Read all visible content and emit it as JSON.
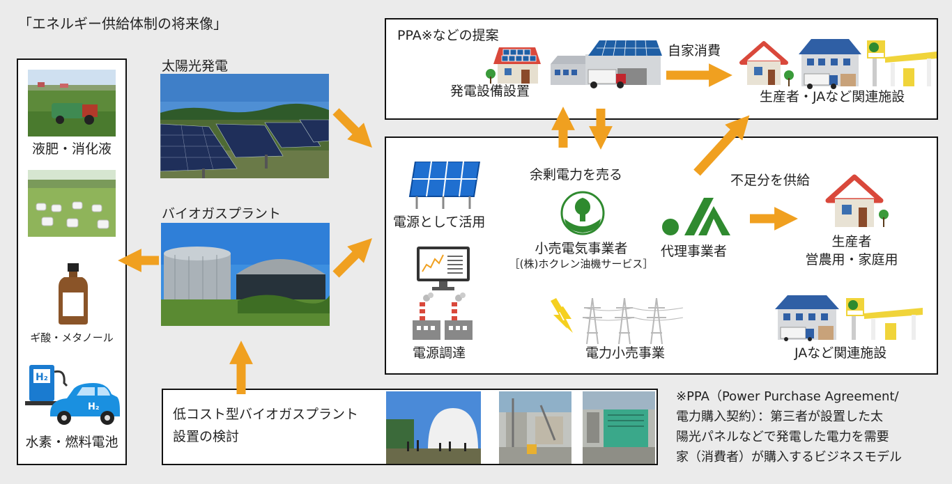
{
  "page_title": "「エネルギー供給体制の将来像」",
  "left_panel": {
    "items": [
      {
        "label": "液肥・消化液",
        "icon": "tractor-field-photo"
      },
      {
        "label": "",
        "icon": "hay-bales-photo"
      },
      {
        "label": "ギ酸・メタノール",
        "icon": "bottle-icon"
      },
      {
        "label": "水素・燃料電池",
        "icon": "hydrogen-car-icon"
      }
    ]
  },
  "solar": {
    "label": "太陽光発電"
  },
  "biogas": {
    "label": "バイオガスプラント"
  },
  "ppa_box": {
    "title": "PPA※などの提案",
    "install_label": "発電設備設置",
    "self_consumption": "自家消費",
    "destination": "生産者・JAなど関連施設"
  },
  "center_box": {
    "use_as_power": "電源として活用",
    "sell_surplus": "余剰電力を売る",
    "retailer_name": "小売電気事業者",
    "retailer_company": "［(株)ホクレン油機サービス］",
    "agent": "代理事業者",
    "supply_shortage": "不足分を供給",
    "producers_line1": "生産者",
    "producers_line2": "営農用・家庭用",
    "procurement": "電源調達",
    "retail_business": "電力小売事業",
    "ja_facilities": "JAなど関連施設"
  },
  "study_box": {
    "line1": "低コスト型バイオガスプラント",
    "line2": "設置の検討"
  },
  "footnote": {
    "lines": [
      "※PPA（Power Purchase Agreement/",
      "電力購入契約）：第三者が設置した太",
      "陽光パネルなどで発電した電力を需要",
      "家（消費者）が購入するビジネスモデル"
    ]
  },
  "colors": {
    "arrow": "#f0a020",
    "ja_green": "#2f8a2f",
    "roof_red": "#d9483b",
    "roof_blue": "#2f5fa5"
  }
}
